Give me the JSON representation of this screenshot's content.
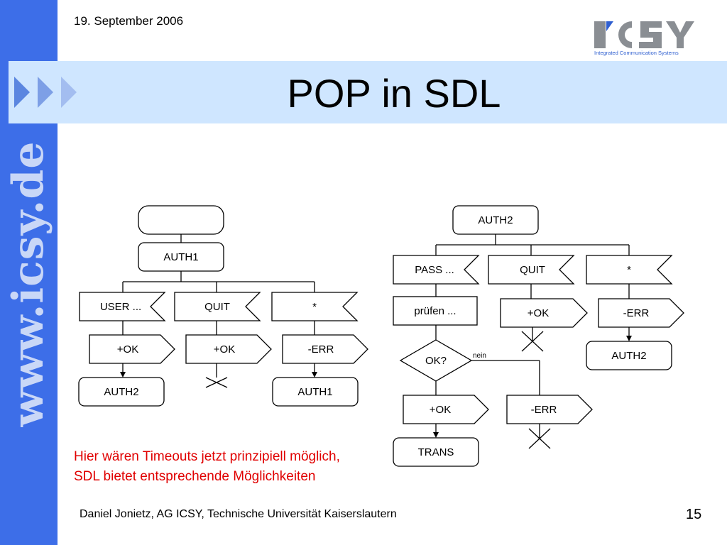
{
  "header": {
    "date": "19. September 2006",
    "title": "POP in SDL",
    "logo": {
      "text": "ICSY",
      "subtitle": "Integrated  Communication  Systems",
      "color": "#8a8e93",
      "accent": "#2f5fd0"
    }
  },
  "sidebar": {
    "url_text": "www.icsy.de",
    "color": "#3d6ee8",
    "text_color": "#c9d7f7"
  },
  "diagram": {
    "left": {
      "start_label": "",
      "state": "AUTH1",
      "inputs": [
        "USER ...",
        "QUIT",
        "*"
      ],
      "outputs": [
        "+OK",
        "+OK",
        "-ERR"
      ],
      "next_states": [
        "AUTH2",
        "AUTH1"
      ]
    },
    "right": {
      "state": "AUTH2",
      "inputs": [
        "PASS ...",
        "QUIT",
        "*"
      ],
      "task": "prüfen ...",
      "decision": "OK?",
      "decision_no": "nein",
      "outputs": [
        "+OK",
        "-ERR",
        "+OK",
        "-ERR"
      ],
      "next_states": [
        "AUTH2",
        "TRANS"
      ]
    }
  },
  "note": {
    "line1": "Hier wären Timeouts jetzt prinzipiell möglich,",
    "line2": "SDL bietet entsprechende Möglichkeiten",
    "color": "#e00000"
  },
  "footer": {
    "author": "Daniel Jonietz, AG ICSY, Technische Universität Kaiserslautern",
    "page_number": "15"
  }
}
